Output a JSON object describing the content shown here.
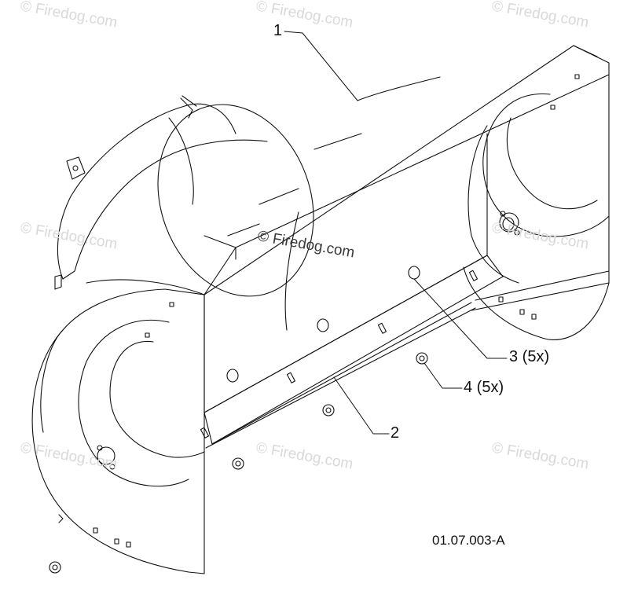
{
  "watermark": {
    "text": "© Firedog.com",
    "color_faint": "#d9d9d9",
    "color_center": "#3a3a3a"
  },
  "callouts": {
    "c1": "1",
    "c2": "2",
    "c3": "3 (5x)",
    "c4": "4 (5x)"
  },
  "drawing_code": "01.07.003-A",
  "colors": {
    "line": "#111111",
    "background": "#ffffff"
  }
}
